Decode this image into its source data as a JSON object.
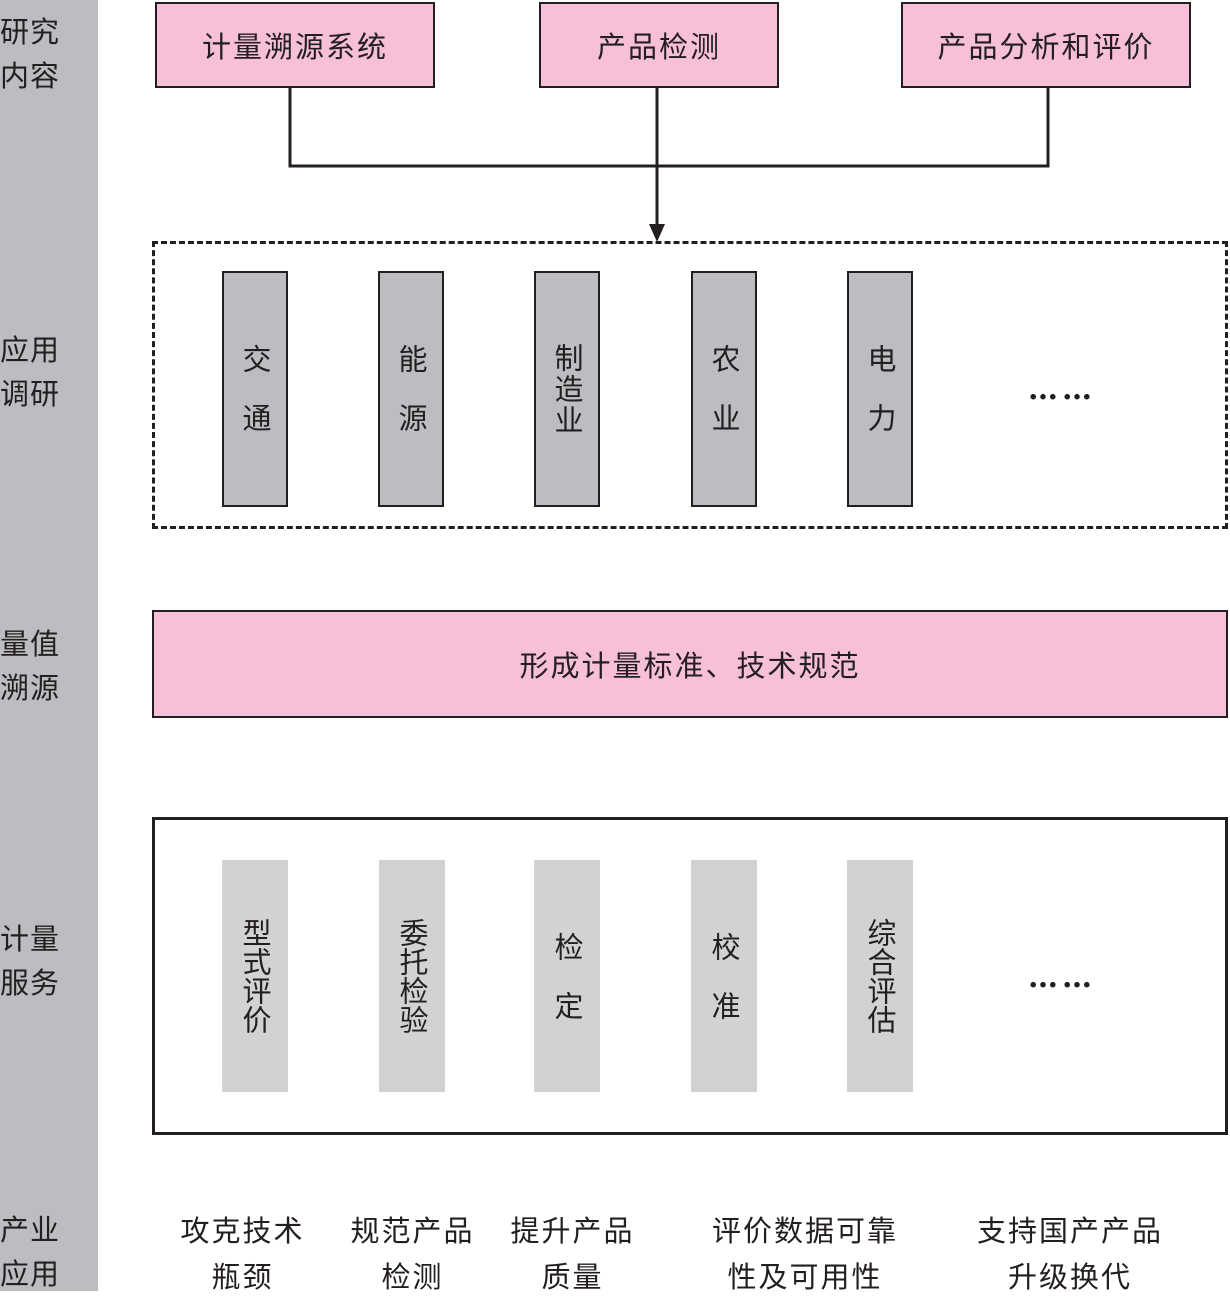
{
  "sidebar": {
    "labels": [
      "研究\n内容",
      "应用\n调研",
      "量值\n溯源",
      "计量\n服务",
      "产业\n应用"
    ]
  },
  "research": {
    "items": [
      "计量溯源系统",
      "产品检测",
      "产品分析和评价"
    ]
  },
  "industries": {
    "items": [
      "交通",
      "能源",
      "制造业",
      "农业",
      "电力"
    ],
    "ellipsis": "……"
  },
  "standards": {
    "label": "形成计量标准、技术规范"
  },
  "services": {
    "items": [
      "型式评价",
      "委托检验",
      "检定",
      "校准",
      "综合评估"
    ],
    "ellipsis": "……"
  },
  "applications": {
    "items": [
      "攻克技术\n瓶颈",
      "规范产品\n检测",
      "提升产品\n质量",
      "评价数据可靠\n性及可用性",
      "支持国产产品\n升级换代"
    ]
  },
  "colors": {
    "pink": "#f7bfd8",
    "gray": "#bcbdc0",
    "light_gray": "#d1d2d4",
    "ink": "#231f20"
  }
}
